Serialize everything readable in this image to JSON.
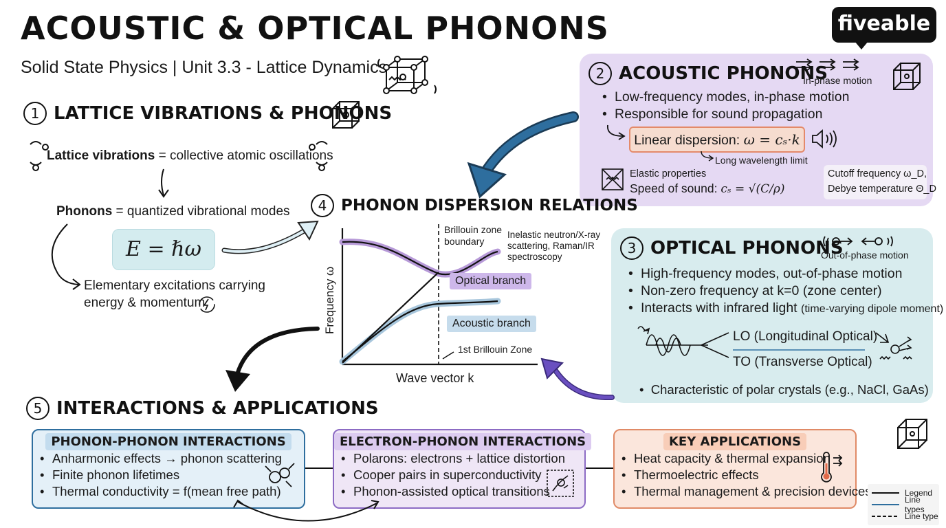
{
  "header": {
    "title": "ACOUSTIC & OPTICAL PHONONS",
    "subtitle": "Solid State Physics | Unit 3.3 - Lattice Dynamics",
    "logo": "fiveable"
  },
  "colors": {
    "acoustic_panel": "#e5d9f3",
    "optical_panel": "#d8ecee",
    "phonon_box": "#e4f0f8",
    "electron_box": "#efe6f6",
    "applications_box": "#fbe6dc",
    "optical_curve": "#b79ad8",
    "acoustic_curve": "#a7c6dc",
    "arrow_blue": "#2e6e9e",
    "arrow_purple": "#6a4fc0"
  },
  "section1": {
    "number": "1",
    "title": "LATTICE VIBRATIONS & PHONONS",
    "lattice_bold": "Lattice vibrations",
    "lattice_rest": " = collective atomic oscillations",
    "phonons_bold": "Phonons",
    "phonons_rest": " = quantized vibrational modes",
    "formula": "E = ℏω",
    "excitations_line1": "Elementary excitations carrying",
    "excitations_line2": "energy & momentum"
  },
  "section2": {
    "number": "2",
    "title": "ACOUSTIC PHONONS",
    "motion_label": "In-phase motion",
    "bullets": [
      "Low-frequency modes, in-phase motion",
      "Responsible for sound propagation"
    ],
    "dispersion_label": "Linear dispersion: ",
    "dispersion_formula": "ω = cₛ·k",
    "long_wavelength": "Long wavelength limit",
    "elastic": "Elastic properties",
    "speed_label": "Speed of sound: ",
    "speed_formula": "cₛ = √(C/ρ)",
    "cutoff_line1": "Cutoff frequency ω_D,",
    "cutoff_line2": "Debye temperature Θ_D"
  },
  "section3": {
    "number": "3",
    "title": "OPTICAL PHONONS",
    "motion_label": "Out-of-phase motion",
    "bullets": [
      "High-frequency modes, out-of-phase motion",
      "Non-zero frequency at k=0 (zone center)"
    ],
    "bullet3_main": "Interacts with infrared light ",
    "bullet3_note": "(time-varying dipole moment)",
    "lo": "LO (Longitudinal Optical)",
    "to": "TO (Transverse Optical)",
    "polar": "Characteristic of polar crystals (e.g., NaCl, GaAs)"
  },
  "section4": {
    "number": "4",
    "title": "PHONON DISPERSION RELATIONS",
    "bz_boundary_line1": "Brillouin zone",
    "bz_boundary_line2": "boundary",
    "scattering_line1": "Inelastic neutron/X-ray",
    "scattering_line2": "scattering, Raman/IR",
    "scattering_line3": "spectroscopy",
    "optical_branch": "Optical branch",
    "acoustic_branch": "Acoustic branch",
    "first_bz": "1st Brillouin Zone",
    "ylabel": "Frequency ω",
    "xlabel": "Wave vector k"
  },
  "section5": {
    "number": "5",
    "title": "INTERACTIONS & APPLICATIONS",
    "boxes": [
      {
        "title": "PHONON-PHONON INTERACTIONS",
        "items": [
          "Anharmonic effects → phonon scattering",
          "Finite phonon lifetimes",
          "Thermal conductivity = f(mean free path)"
        ]
      },
      {
        "title": "ELECTRON-PHONON INTERACTIONS",
        "items": [
          "Polarons: electrons + lattice distortion",
          "Cooper pairs in superconductivity",
          "Phonon-assisted optical transitions"
        ]
      },
      {
        "title": "KEY APPLICATIONS",
        "items": [
          "Heat capacity & thermal expansion",
          "Thermoelectric effects",
          "Thermal management & precision devices"
        ]
      }
    ]
  },
  "legend": {
    "title": "Legend",
    "row2": "Line types",
    "row3": "Line type"
  }
}
